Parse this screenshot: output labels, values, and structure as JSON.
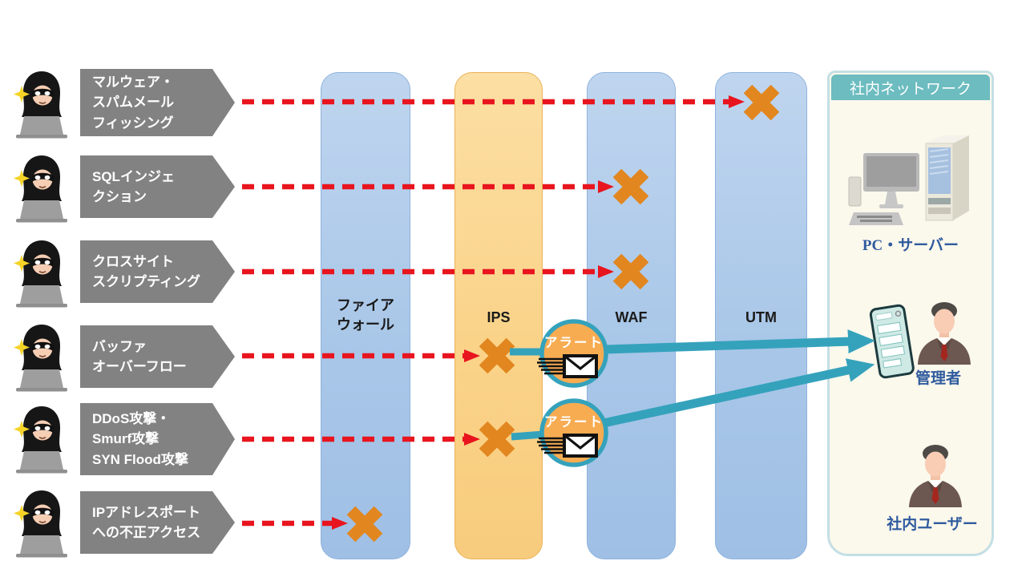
{
  "attacks": [
    {
      "label": "マルウェア・\nスパムメール\nフィッシング",
      "blocked_by": "UTM"
    },
    {
      "label": "SQLインジェ\nクション",
      "blocked_by": "WAF"
    },
    {
      "label": "クロスサイト\nスクリプティング",
      "blocked_by": "WAF"
    },
    {
      "label": "バッファ\nオーバーフロー",
      "blocked_by": "IPS",
      "alert": true
    },
    {
      "label": "DDoS攻撃・\nSmurf攻撃\nSYN Flood攻撃",
      "blocked_by": "IPS",
      "alert": true
    },
    {
      "label": "IPアドレスポート\nへの不正アクセス",
      "blocked_by": "ファイアウォール"
    }
  ],
  "layers": [
    {
      "label": "ファイア\nウォール"
    },
    {
      "label": "IPS"
    },
    {
      "label": "WAF"
    },
    {
      "label": "UTM"
    }
  ],
  "alert_label": "アラート",
  "network": {
    "title": "社内ネットワーク",
    "items": [
      {
        "label": "PC・サーバー"
      },
      {
        "label": "管理者"
      },
      {
        "label": "社内ユーザー"
      }
    ]
  },
  "colors": {
    "layer_blue": "#A9C7E8",
    "layer_orange": "#FAD389",
    "block_x_orange": "#E2861F",
    "attack_arrow_red": "#E8141E",
    "alert_teal": "#35A2BC",
    "alert_fill_orange": "#F7AC52",
    "label_gray": "#828282",
    "network_header_teal": "#6CBCC0",
    "network_bg_cream": "#FBF8EC",
    "network_text_blue": "#2F5B9E"
  }
}
